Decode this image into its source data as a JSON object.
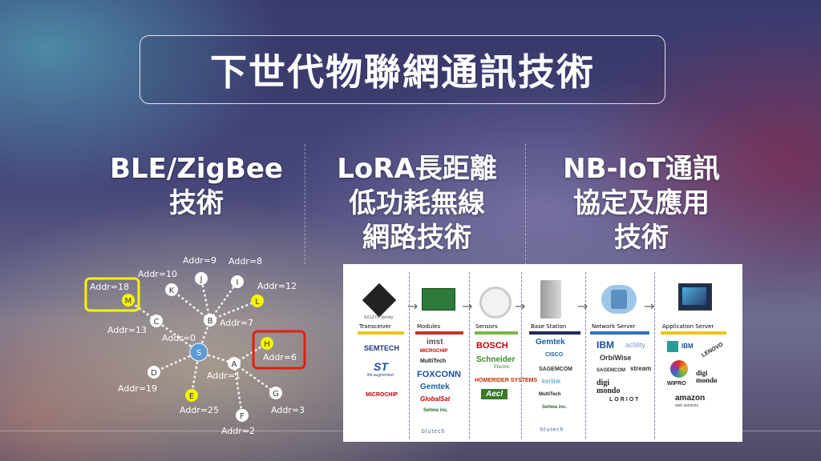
{
  "title": "下世代物聯網通訊技術",
  "columns": [
    {
      "lines": [
        "BLE/ZigBee",
        "技術"
      ]
    },
    {
      "lines": [
        "LoRA長距離",
        "低功耗無線",
        "網路技術"
      ]
    },
    {
      "lines": [
        "NB-IoT通訊",
        "協定及應用",
        "技術"
      ]
    }
  ],
  "network": {
    "nodes": {
      "S": "S",
      "A": "A",
      "B": "B",
      "C": "C",
      "D": "D",
      "E": "E",
      "F": "F",
      "G": "G",
      "H": "H",
      "I": "I",
      "J": "J",
      "K": "K",
      "L": "L",
      "M": "M"
    },
    "addrs": {
      "addr9": "Addr=9",
      "addr8": "Addr=8",
      "addr10": "Addr=10",
      "addr12": "Addr=12",
      "addr18": "Addr=18",
      "addr7": "Addr=7",
      "addr13": "Addr=13",
      "addr0": "Addr=0",
      "addr6": "Addr=6",
      "addr1": "Addr=1",
      "addr19": "Addr=19",
      "addr25": "Addr=25",
      "addr3": "Addr=3",
      "addr2": "Addr=2"
    },
    "colors": {
      "highlight_yellow": "#f5f500",
      "highlight_red": "#e02010",
      "center": "#5b9bd5"
    }
  },
  "lora": {
    "stages": [
      "Transceiver",
      "Modules",
      "Sensors",
      "Base Station",
      "Network Server",
      "Application Server"
    ],
    "chip_caption": "SX127X family",
    "logos": {
      "semtech": "SEMTECH",
      "st": "ST",
      "st_sub": "life.augmented",
      "microchip": "MICROCHIP",
      "imst": "imst",
      "microchip2": "MICROCHIP",
      "multitech": "MultiTech",
      "foxconn": "FOXCONN",
      "gemtek": "Gemtek",
      "globalsat": "GlobalSat",
      "sehwa": "Sehwa inc.",
      "blutech": "blutech",
      "bosch": "BOSCH",
      "schneider": "Schneider",
      "schneider_sub": "Electric",
      "homerider": "HOMERIDER SYSTEMS",
      "aecl": "Aecl",
      "gemtek2": "Gemtek",
      "cisco": "CISCO",
      "sagemcom": "SAGEMCOM",
      "kerlink": "kerlink",
      "multitech2": "MultiTech",
      "sehwa2": "Sehwa inc.",
      "blutech2": "blutech",
      "ibm": "IBM",
      "actility": "actility",
      "orbiwise": "OrbiWise",
      "sagemcom2": "SAGEMCOM",
      "stream": "stream",
      "digimondo": "digi mondo",
      "loriot": "LORIOT",
      "ibm2": "IBM",
      "lenovo": "LENOVO",
      "wipro": "WIPRO",
      "digimondo2": "digi mondo",
      "amazon": "amazon",
      "amazon_sub": "web services"
    },
    "colors": {
      "bar_yellow": "#f0c419",
      "bar_red": "#c0392b",
      "bar_green": "#7ab648",
      "bar_navy": "#1f2a5a",
      "bar_blue": "#2e75b6"
    }
  }
}
